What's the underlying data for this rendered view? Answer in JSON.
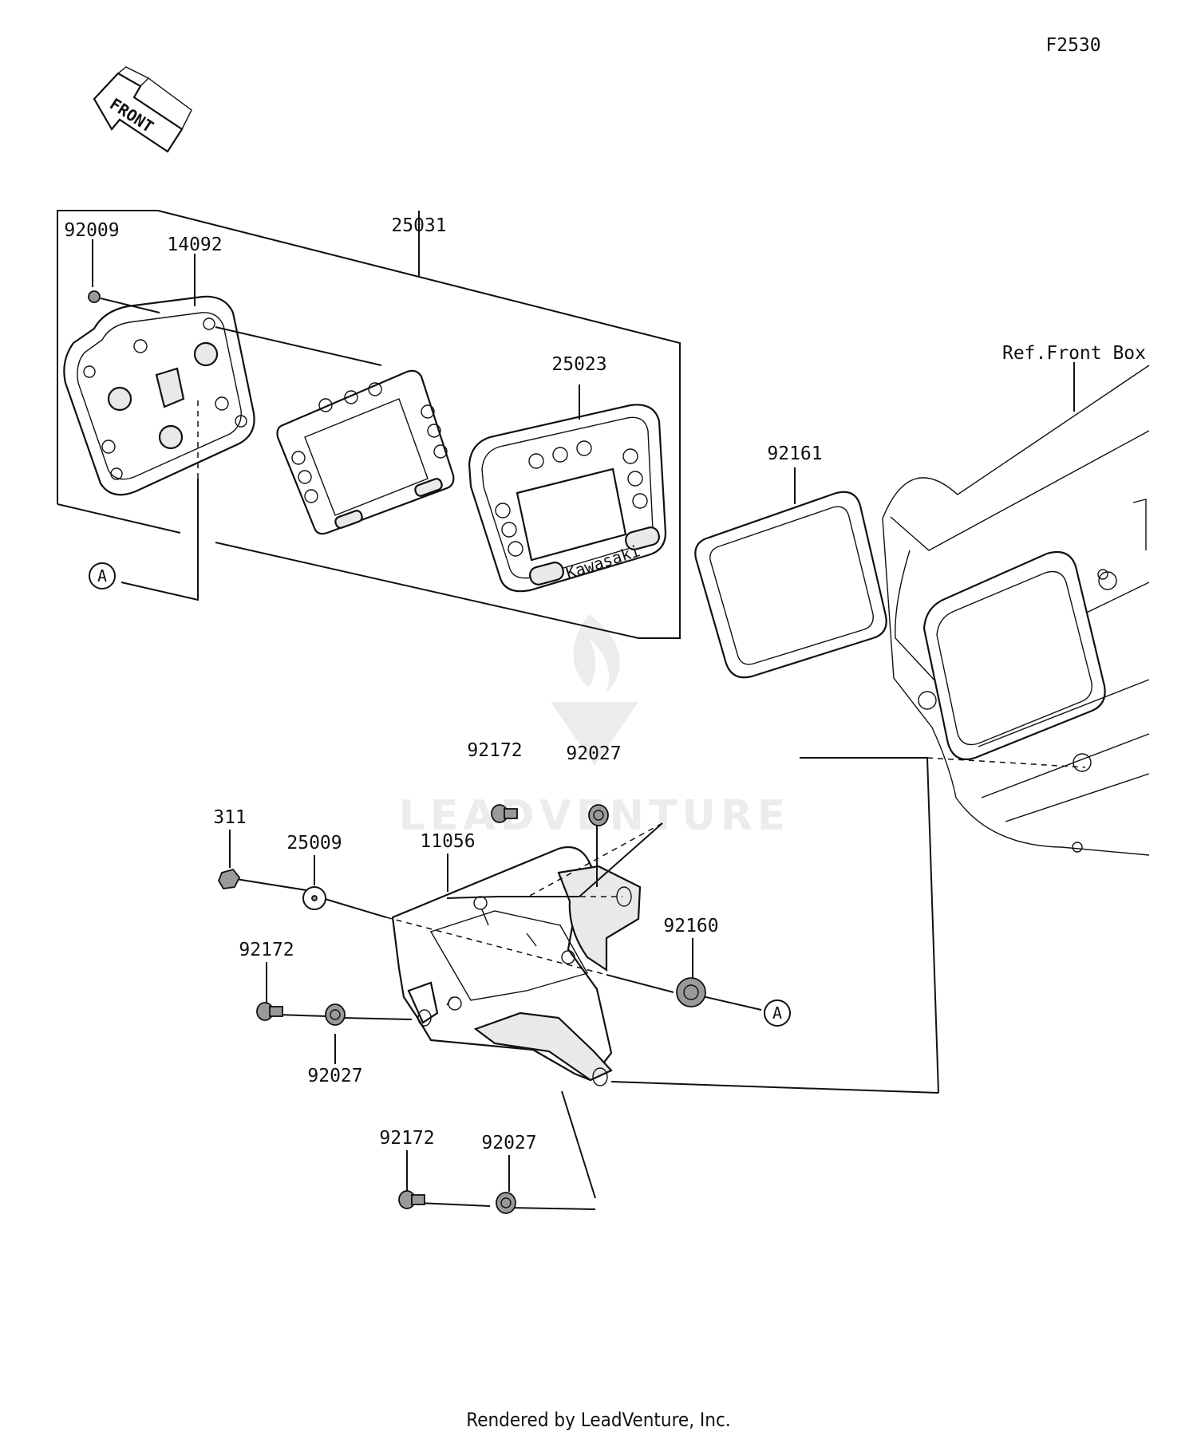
{
  "figure_code": "F2530",
  "front_arrow_label": "FRONT",
  "reference_label": "Ref.Front Box",
  "callout_letter": "A",
  "watermark_text": "LEADVENTURE",
  "footer_text": "Rendered by LeadVenture, Inc.",
  "meter_brand_text": "Kawasaki",
  "part_labels": {
    "p92009": "92009",
    "p14092": "14092",
    "p25031": "25031",
    "p25023": "25023",
    "p92161": "92161",
    "p92172_top": "92172",
    "p92027_top": "92027",
    "p311": "311",
    "p25009": "25009",
    "p11056": "11056",
    "p92160": "92160",
    "p92172_left": "92172",
    "p92027_left": "92027",
    "p92172_bottom": "92172",
    "p92027_bottom": "92027"
  }
}
